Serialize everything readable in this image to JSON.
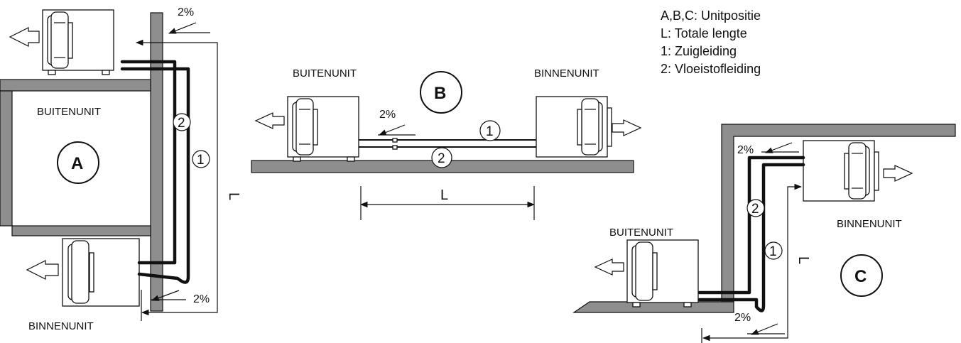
{
  "legend": {
    "line1": "A,B,C: Unitpositie",
    "line2": "L: Totale lengte",
    "line3": "1: Zuigleiding",
    "line4": "2: Vloeistofleiding"
  },
  "labels": {
    "outdoor": "BUITENUNIT",
    "indoor": "BINNENUNIT",
    "slope": "2%",
    "length": "L",
    "suction": "1",
    "liquid": "2",
    "pos_a": "A",
    "pos_b": "B",
    "pos_c": "C"
  }
}
